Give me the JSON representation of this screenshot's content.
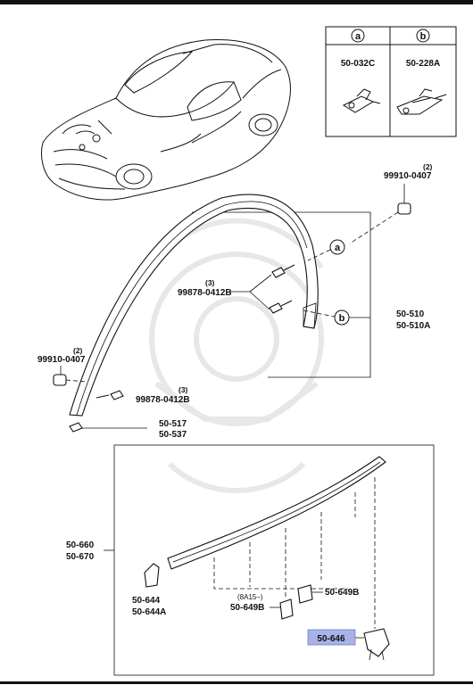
{
  "callouts": {
    "a": "a",
    "b": "b"
  },
  "legend": {
    "col_a_part": "50-032C",
    "col_b_part": "50-228A"
  },
  "parts": {
    "p_99910_top": "99910-0407",
    "p_99910_top_qty": "(2)",
    "p_99878_mid": "99878-0412B",
    "p_99878_mid_qty": "(3)",
    "p_50_510": "50-510",
    "p_50_510A": "50-510A",
    "p_99910_left": "99910-0407",
    "p_99910_left_qty": "(2)",
    "p_99878_low": "99878-0412B",
    "p_99878_low_qty": "(3)",
    "p_50_517": "50-517",
    "p_50_537": "50-537",
    "p_50_660": "50-660",
    "p_50_670": "50-670",
    "p_50_644": "50-644",
    "p_50_644A": "50-644A",
    "p_8A15_note": "(8A15–)",
    "p_50_649B_left": "50-649B",
    "p_50_649B_right": "50-649B",
    "p_50_646": "50-646"
  },
  "colors": {
    "highlight": "#a9b2e8",
    "ink": "#111111"
  }
}
